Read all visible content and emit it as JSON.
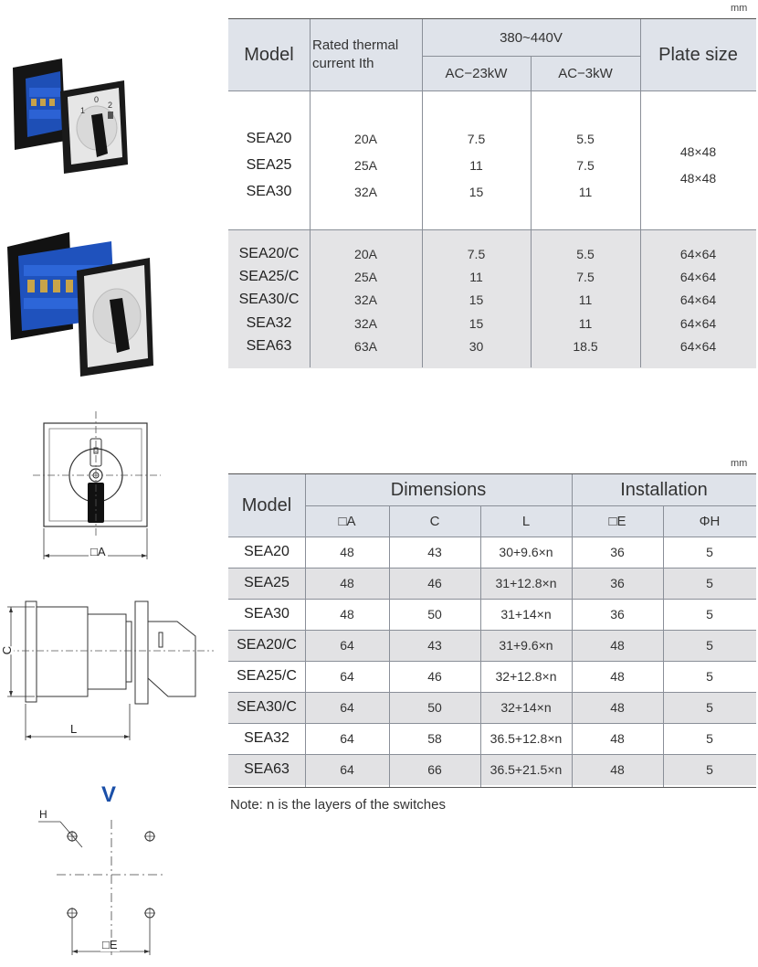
{
  "unit_mm": "mm",
  "table1": {
    "headers": {
      "model": "Model",
      "rated": "Rated thermal current Ith",
      "voltage": "380~440V",
      "ac23": "AC−23kW",
      "ac3": "AC−3kW",
      "plate": "Plate size"
    },
    "group1": [
      {
        "model": "SEA20",
        "ith": "20A",
        "ac23": "7.5",
        "ac3": "5.5"
      },
      {
        "model": "SEA25",
        "ith": "25A",
        "ac23": "11",
        "ac3": "7.5"
      },
      {
        "model": "SEA30",
        "ith": "32A",
        "ac23": "15",
        "ac3": "11"
      }
    ],
    "group1_plate": [
      "48×48",
      "48×48"
    ],
    "group2": [
      {
        "model": "SEA20/C",
        "ith": "20A",
        "ac23": "7.5",
        "ac3": "5.5",
        "plate": "64×64"
      },
      {
        "model": "SEA25/C",
        "ith": "25A",
        "ac23": "11",
        "ac3": "7.5",
        "plate": "64×64"
      },
      {
        "model": "SEA30/C",
        "ith": "32A",
        "ac23": "15",
        "ac3": "11",
        "plate": "64×64"
      },
      {
        "model": "SEA32",
        "ith": "32A",
        "ac23": "15",
        "ac3": "11",
        "plate": "64×64"
      },
      {
        "model": "SEA63",
        "ith": "63A",
        "ac23": "30",
        "ac3": "18.5",
        "plate": "64×64"
      }
    ]
  },
  "table2": {
    "headers": {
      "model": "Model",
      "dimensions": "Dimensions",
      "installation": "Installation",
      "a": "□A",
      "c": "C",
      "l": "L",
      "e": "□E",
      "h": "ΦH"
    },
    "rows": [
      {
        "model": "SEA20",
        "a": "48",
        "c": "43",
        "l": "30+9.6×n",
        "e": "36",
        "h": "5"
      },
      {
        "model": "SEA25",
        "a": "48",
        "c": "46",
        "l": "31+12.8×n",
        "e": "36",
        "h": "5"
      },
      {
        "model": "SEA30",
        "a": "48",
        "c": "50",
        "l": "31+14×n",
        "e": "36",
        "h": "5"
      },
      {
        "model": "SEA20/C",
        "a": "64",
        "c": "43",
        "l": "31+9.6×n",
        "e": "48",
        "h": "5"
      },
      {
        "model": "SEA25/C",
        "a": "64",
        "c": "46",
        "l": "32+12.8×n",
        "e": "48",
        "h": "5"
      },
      {
        "model": "SEA30/C",
        "a": "64",
        "c": "50",
        "l": "32+14×n",
        "e": "48",
        "h": "5"
      },
      {
        "model": "SEA32",
        "a": "64",
        "c": "58",
        "l": "36.5+12.8×n",
        "e": "48",
        "h": "5"
      },
      {
        "model": "SEA63",
        "a": "64",
        "c": "66",
        "l": "36.5+21.5×n",
        "e": "48",
        "h": "5"
      }
    ]
  },
  "note": "Note: n is the layers of the switches",
  "drawings": {
    "front_label_a": "□A",
    "side_label_c": "C",
    "side_label_l": "L",
    "mount_title": "V",
    "mount_label_h": "H",
    "mount_label_e": "□E"
  },
  "switch_marks": [
    "0",
    "1",
    "2"
  ]
}
